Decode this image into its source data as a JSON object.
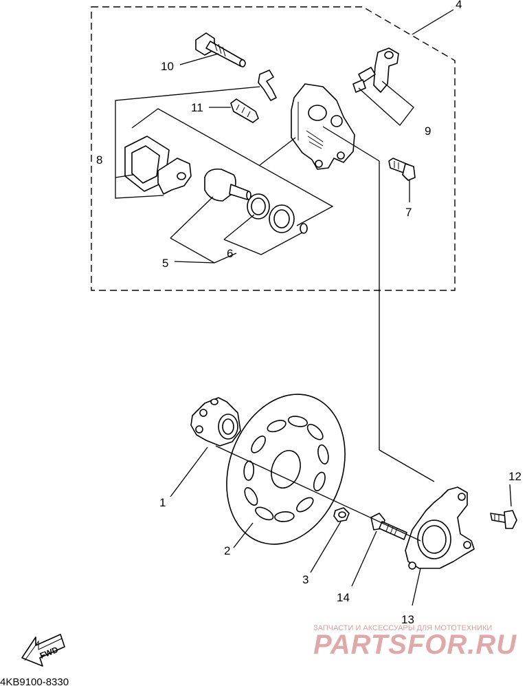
{
  "diagram_code": "4KB9100-8330",
  "fwd_label": "FWD",
  "watermark": {
    "tagline": "ЗАПЧАСТИ И АКСЕССУАРЫ ДЛЯ МОТОТЕХНИКИ",
    "logo": "PARTSFOR.RU"
  },
  "callouts": [
    "1",
    "2",
    "3",
    "4",
    "5",
    "6",
    "7",
    "8",
    "9",
    "10",
    "11",
    "12",
    "13",
    "14"
  ]
}
